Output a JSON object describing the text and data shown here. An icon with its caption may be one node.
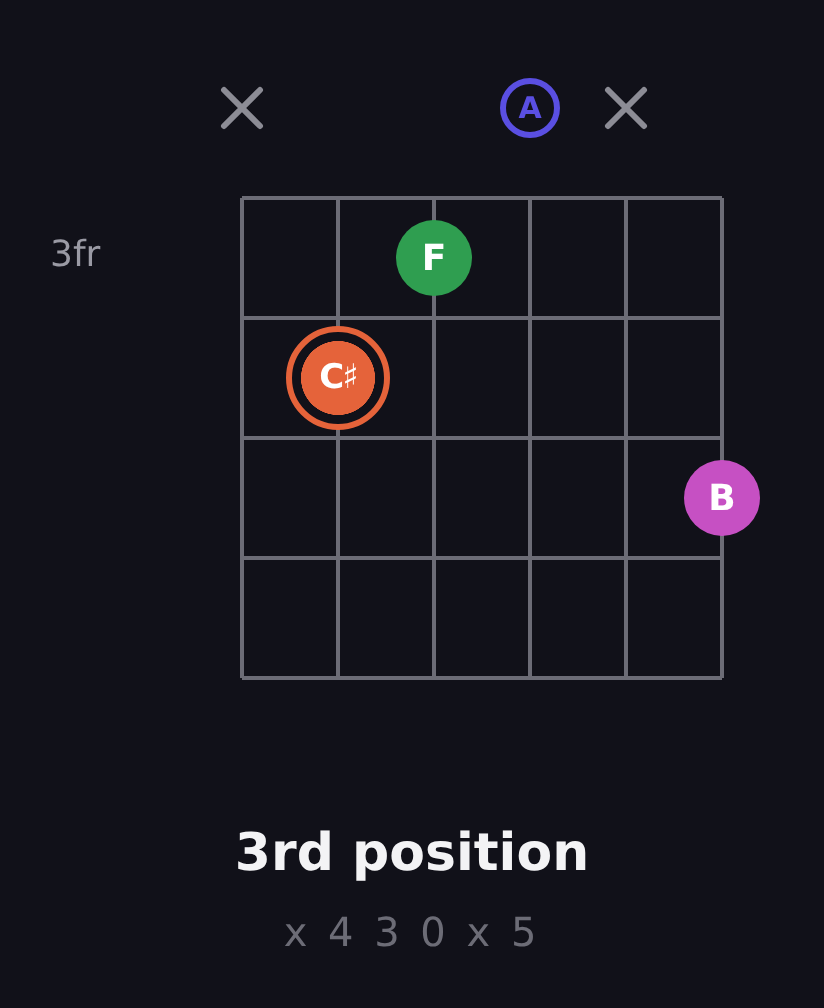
{
  "diagram": {
    "title": "3rd position",
    "nodes": [
      {
        "text": [
          "A"
        ]
      },
      {
        "text": [
          "F"
        ]
      },
      {
        "text": [
          "C♯"
        ]
      },
      {
        "text": [
          "B"
        ]
      }
    ],
    "labels": [
      "3fr",
      "x 4 3 0 x 5"
    ]
  }
}
